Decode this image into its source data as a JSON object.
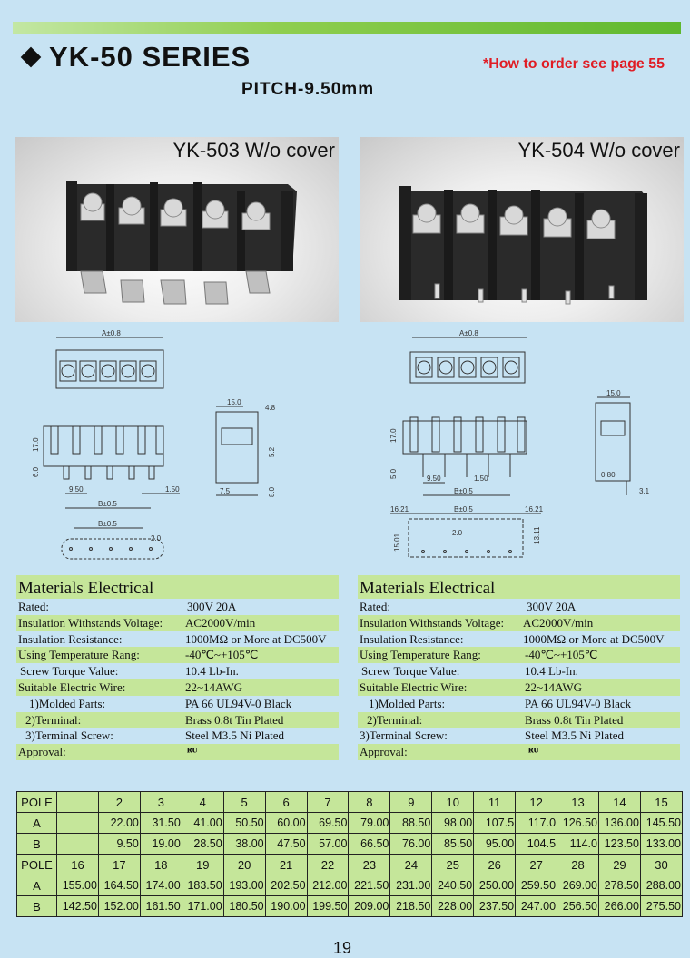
{
  "header": {
    "title": "YK-50 SERIES",
    "order_note": "*How to order see page 55",
    "pitch": "PITCH-9.50mm"
  },
  "photos": {
    "left_caption": "YK-503 W/o cover",
    "right_caption": "YK-504 W/o cover"
  },
  "drawing_labels": {
    "a_dim": "A±0.8",
    "b_dim": "B±0.5",
    "d15": "15.0",
    "d48": "4.8",
    "d17": "17.0",
    "d52": "5.2",
    "d60": "6.0",
    "d80": "8.0",
    "d95": "9.50",
    "d15b": "1.50",
    "d75": "7.5",
    "d20": "2.0",
    "d50": "5.0",
    "d31": "3.1",
    "d1621": "16.21",
    "d1501": "15.01",
    "d1311": "13.11",
    "d80b": "0.80"
  },
  "materials": {
    "heading": "Materials Electrical",
    "rows": [
      {
        "key": "Rated:",
        "value": "300V  20A"
      },
      {
        "key": "Insulation Withstands Voltage:",
        "value": "AC2000V/min"
      },
      {
        "key": "Insulation Resistance:",
        "value": "1000MΩ  or More at DC500V"
      },
      {
        "key": "Using Temperature Rang:",
        "value": "-40℃~+105℃"
      },
      {
        "key": "Screw Torque Value:",
        "value": "10.4 Lb-In."
      },
      {
        "key": "Suitable Electric Wire:",
        "value": "22~14AWG"
      },
      {
        "key": "1)Molded Parts:",
        "value": "PA 66 UL94V-0 Black"
      },
      {
        "key": "2)Terminal:",
        "value": "Brass 0.8t Tin Plated"
      },
      {
        "key": "3)Terminal Screw:",
        "value": "Steel M3.5 Ni Plated"
      },
      {
        "key": "Approval:",
        "value": "ᴿᵁ"
      }
    ]
  },
  "table": {
    "pole_label": "POLE",
    "a_label": "A",
    "b_label": "B",
    "block1": {
      "poles": [
        "2",
        "3",
        "4",
        "5",
        "6",
        "7",
        "8",
        "9",
        "10",
        "11",
        "12",
        "13",
        "14",
        "15"
      ],
      "a": [
        "22.00",
        "31.50",
        "41.00",
        "50.50",
        "60.00",
        "69.50",
        "79.00",
        "88.50",
        "98.00",
        "107.5",
        "117.0",
        "126.50",
        "136.00",
        "145.50"
      ],
      "b": [
        "9.50",
        "19.00",
        "28.50",
        "38.00",
        "47.50",
        "57.00",
        "66.50",
        "76.00",
        "85.50",
        "95.00",
        "104.5",
        "114.0",
        "123.50",
        "133.00"
      ]
    },
    "block2": {
      "poles": [
        "16",
        "17",
        "18",
        "19",
        "20",
        "21",
        "22",
        "23",
        "24",
        "25",
        "26",
        "27",
        "28",
        "29",
        "30"
      ],
      "a": [
        "155.00",
        "164.50",
        "174.00",
        "183.50",
        "193.00",
        "202.50",
        "212.00",
        "221.50",
        "231.00",
        "240.50",
        "250.00",
        "259.50",
        "269.00",
        "278.50",
        "288.00"
      ],
      "b": [
        "142.50",
        "152.00",
        "161.50",
        "171.00",
        "180.50",
        "190.00",
        "199.50",
        "209.00",
        "218.50",
        "228.00",
        "237.50",
        "247.00",
        "256.50",
        "266.00",
        "275.50"
      ]
    }
  },
  "page_number": "19",
  "colors": {
    "background": "#c7e3f3",
    "green_band": "#c5e69a",
    "accent_red": "#e01c24"
  }
}
